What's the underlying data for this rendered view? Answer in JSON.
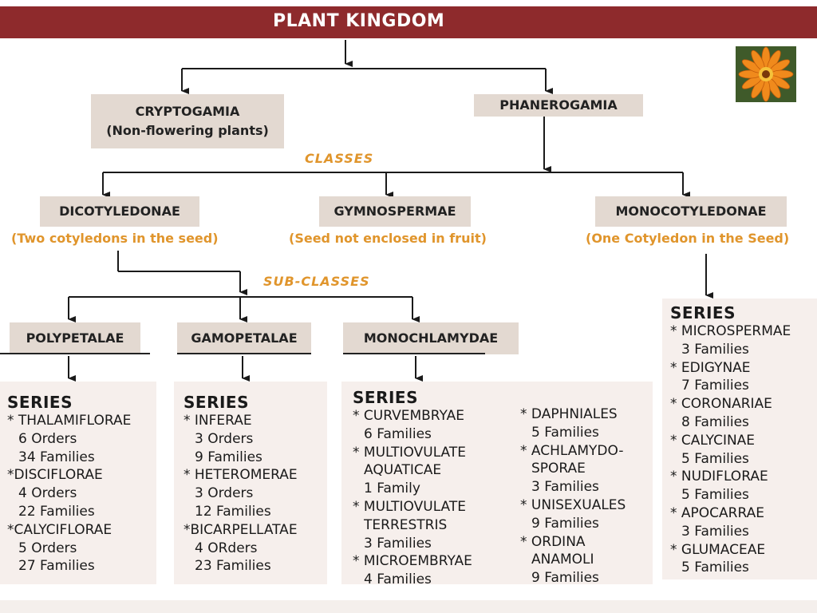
{
  "title": "PLANT KINGDOM",
  "cryptogamia": {
    "name": "CRYPTOGAMIA",
    "note": "(Non-flowering plants)"
  },
  "phanerogamia": {
    "name": "PHANEROGAMIA"
  },
  "classes_label": "CLASSES",
  "subclasses_label": "SUB-CLASSES",
  "dicot": {
    "name": "DICOTYLEDONAE",
    "note": "(Two cotyledons in the seed)"
  },
  "gymno": {
    "name": "GYMNOSPERMAE",
    "note": "(Seed not enclosed in fruit)"
  },
  "monocot": {
    "name": "MONOCOTYLEDONAE",
    "note": "(One Cotyledon in the  Seed)"
  },
  "poly": {
    "name": "POLYPETALAE"
  },
  "gamo": {
    "name": "GAMOPETALAE"
  },
  "mono": {
    "name": "MONOCHLAMYDAE"
  },
  "series_label": "SERIES",
  "poly_series": [
    {
      "name": "* THALAMIFLORAE",
      "l1": "6 Orders",
      "l2": "34 Families"
    },
    {
      "name": "*DISCIFLORAE",
      "l1": "4 Orders",
      "l2": "22 Families"
    },
    {
      "name": "*CALYCIFLORAE",
      "l1": "5 Orders",
      "l2": "27 Families"
    }
  ],
  "gamo_series": [
    {
      "name": "* INFERAE",
      "l1": "3 Orders",
      "l2": "9 Families"
    },
    {
      "name": "* HETEROMERAE",
      "l1": "3 Orders",
      "l2": "12 Families"
    },
    {
      "name": "*BICARPELLATAE",
      "l1": "4 ORders",
      "l2": "23 Families"
    }
  ],
  "mono_series_left": [
    {
      "name": "* CURVEMBRYAE",
      "l1": "6 Families"
    },
    {
      "name": "* MULTIOVULATE",
      "l1": "AQUATICAE",
      "l2": "1 Family"
    },
    {
      "name": "* MULTIOVULATE",
      "l1": "TERRESTRIS",
      "l2": "3 Families"
    },
    {
      "name": "* MICROEMBRYAE",
      "l1": "4 Families"
    }
  ],
  "mono_series_right": [
    {
      "name": "* DAPHNIALES",
      "l1": "5 Families"
    },
    {
      "name": "* ACHLAMYDO-",
      "l1": "SPORAE",
      "l2": "3 Families"
    },
    {
      "name": "* UNISEXUALES",
      "l1": "9 Families"
    },
    {
      "name": "* ORDINA",
      "l1": "ANAMOLI",
      "l2": "9 Families"
    }
  ],
  "monocot_series": [
    {
      "name": "* MICROSPERMAE",
      "l1": "3 Families"
    },
    {
      "name": "* EDIGYNAE",
      "l1": "7 Families"
    },
    {
      "name": "* CORONARIAE",
      "l1": "8 Families"
    },
    {
      "name": "* CALYCINAE",
      "l1": "5 Families"
    },
    {
      "name": "* NUDIFLORAE",
      "l1": "5 Families"
    },
    {
      "name": "* APOCARRAE",
      "l1": "3 Families"
    },
    {
      "name": "* GLUMACEAE",
      "l1": "5 Families"
    }
  ]
}
